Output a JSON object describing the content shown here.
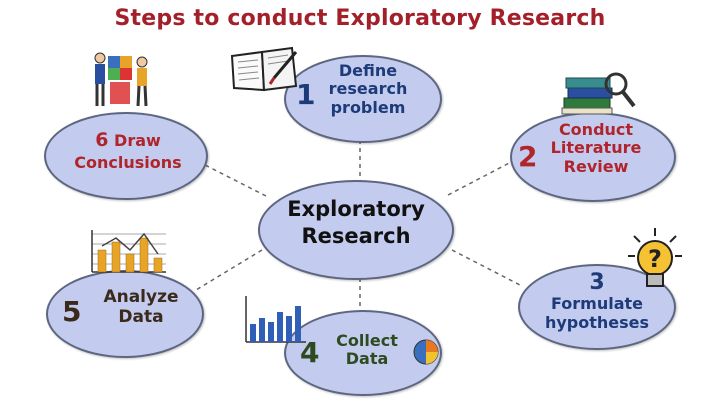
{
  "title": "Steps to conduct Exploratory Research",
  "center": {
    "line1": "Exploratory",
    "line2": "Research"
  },
  "steps": [
    {
      "number": "1",
      "lines": [
        "Define",
        "research",
        "problem"
      ]
    },
    {
      "number": "2",
      "lines": [
        "Conduct",
        "Literature",
        "Review"
      ]
    },
    {
      "number": "3",
      "lines": [
        "Formulate",
        "hypotheses"
      ]
    },
    {
      "number": "4",
      "lines": [
        "Collect",
        "Data"
      ]
    },
    {
      "number": "5",
      "lines": [
        "Analyze",
        "Data"
      ]
    },
    {
      "number": "6",
      "lines": [
        "Draw",
        "Conclusions"
      ]
    }
  ],
  "colors": {
    "title": "#a3202a",
    "ellipse_fill": "#c3cbee",
    "ellipse_border": "#5c6680",
    "step1_text": "#1d3b78",
    "step2_text": "#b0242b",
    "step3_text": "#1d3b78",
    "step4_text": "#2e4a1f",
    "step5_text": "#3b2a1c",
    "step6_text": "#b0242b"
  },
  "icons": [
    "open-book-pen-icon",
    "books-magnifier-icon",
    "lightbulb-question-icon",
    "bar-chart-pie-icon",
    "line-bar-chart-icon",
    "team-puzzle-icon"
  ]
}
